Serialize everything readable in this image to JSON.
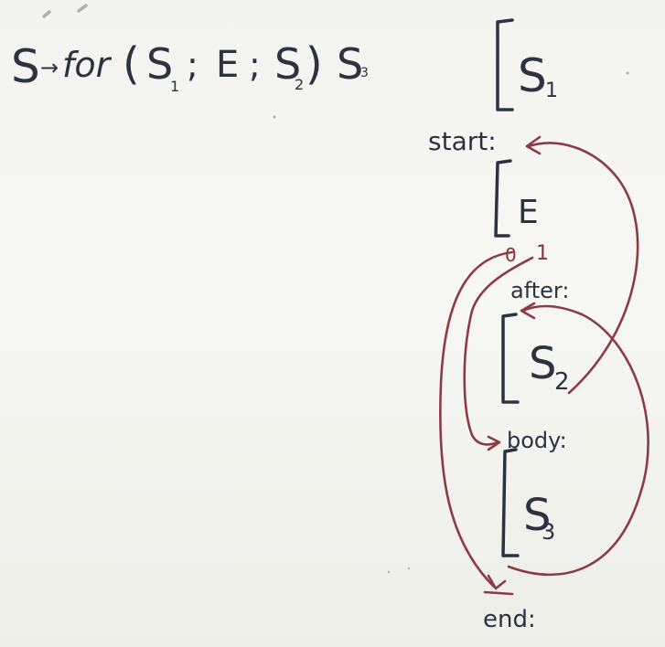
{
  "production": {
    "head": "S",
    "arrow": "→",
    "keyword": "for",
    "open_paren": "(",
    "s1": "S",
    "s1_sub": "1",
    "semi1": ";",
    "expr": "E",
    "semi2": ";",
    "s2": "S",
    "s2_sub": "2",
    "close_paren": ")",
    "s3": "S",
    "s3_sub": "3"
  },
  "layout_column": {
    "s1_block": {
      "name": "S",
      "sub": "1"
    },
    "start_label": "start:",
    "e_block": {
      "name": "E"
    },
    "false_mark": "0",
    "true_mark": "1",
    "after_label": "after:",
    "s2_block": {
      "name": "S",
      "sub": "2"
    },
    "body_label": "body:",
    "s3_block": {
      "name": "S",
      "sub": "3"
    },
    "end_label": "end:"
  },
  "colors": {
    "marker_dark": "#2e3140",
    "marker_red": "#8c3a48",
    "board": "#f5f5f1"
  }
}
